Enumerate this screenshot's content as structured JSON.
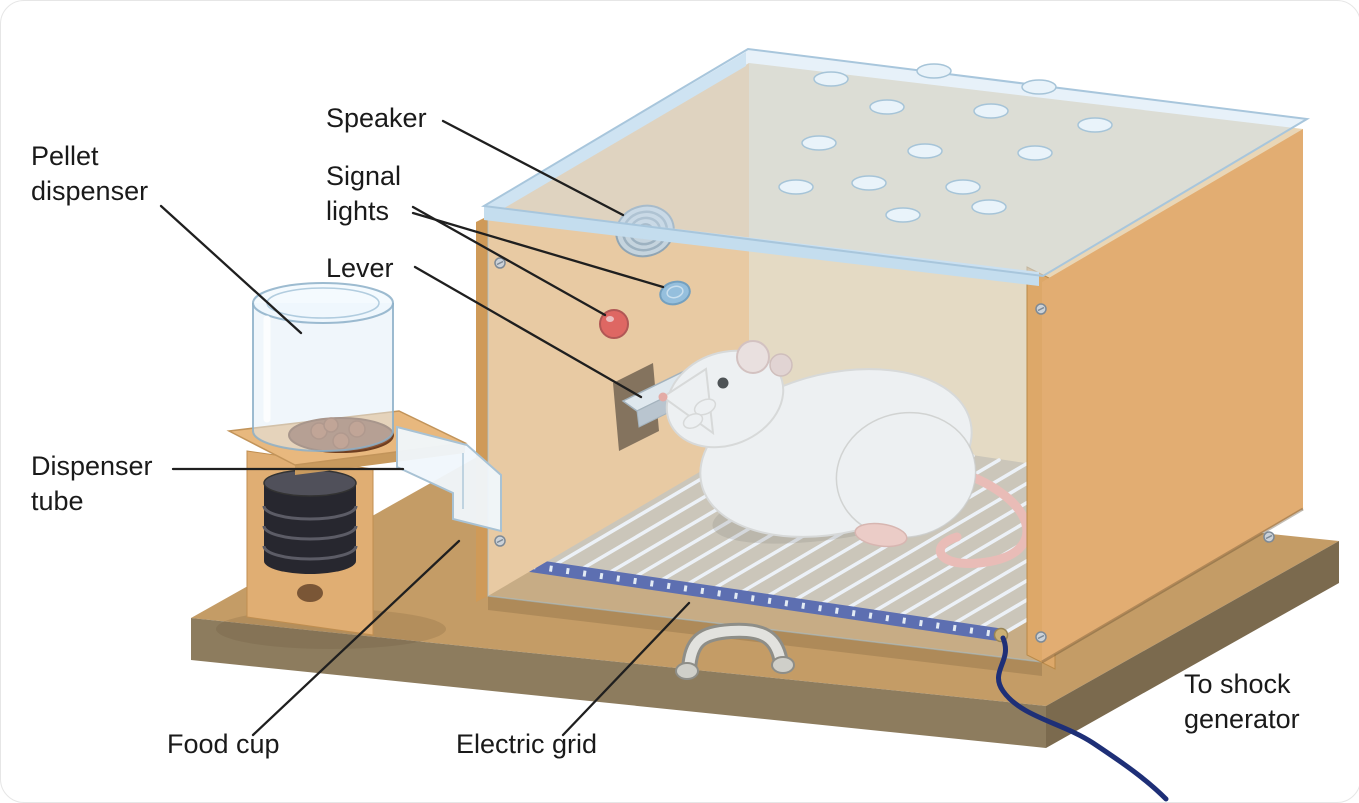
{
  "labels": {
    "pellet_dispenser": "Pellet\ndispenser",
    "speaker": "Speaker",
    "signal_lights": "Signal\nlights",
    "lever": "Lever",
    "dispenser_tube": "Dispenser\ntube",
    "food_cup": "Food cup",
    "electric_grid": "Electric grid",
    "to_shock_generator": "To shock\ngenerator"
  },
  "colors": {
    "wood_light": "#efc28c",
    "wood_mid": "#e2ad72",
    "wood_back": "#e9d6b6",
    "base_top": "#c49c66",
    "base_front": "#8d7c5e",
    "base_right": "#7b6a4e",
    "acrylic": "#d7e8f4",
    "acrylic_edge": "#c4ddee",
    "grid_bar": "#f4f4f8",
    "grid_bed": "#c9bda9",
    "shock_strip": "#3d4d9e",
    "red_light": "#e2433a",
    "blue_light": "#84b4d6",
    "lever_metal": "#e3e8ec",
    "rat_body": "#f5f3f1",
    "rat_tail": "#f0b0a6",
    "pellets": "#8a5231",
    "motor_dark": "#27272f",
    "wire": "#1e2f77",
    "label_text": "#1a1a1a"
  }
}
